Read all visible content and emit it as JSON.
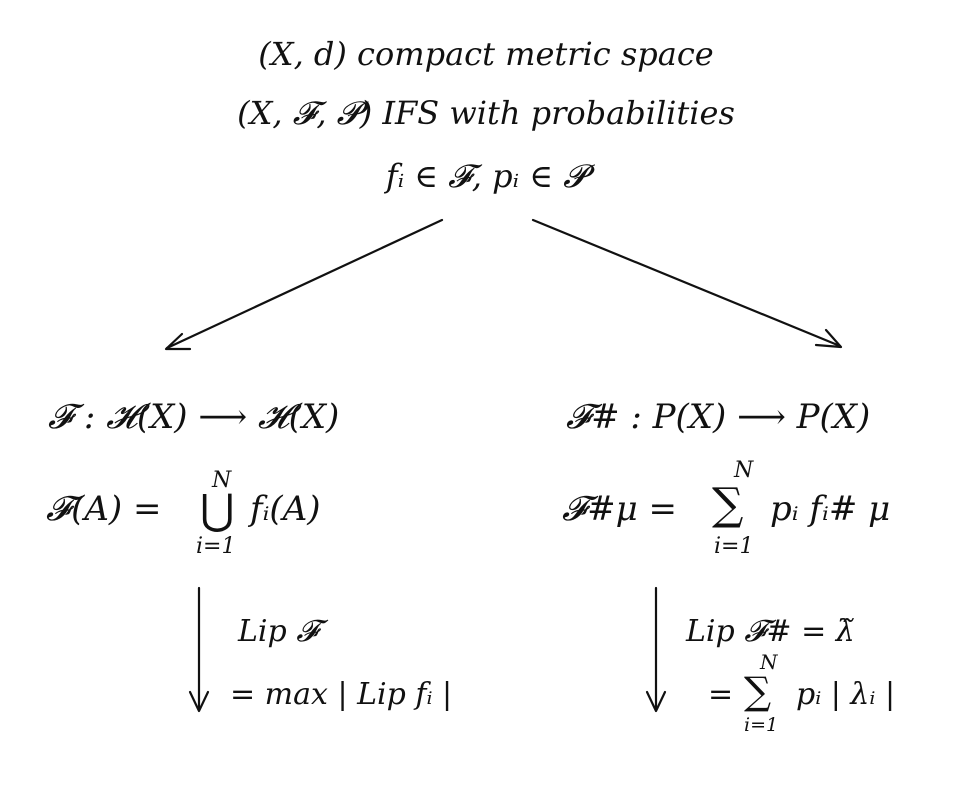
{
  "header": {
    "line1": "(X, d)  compact metric space",
    "line2": "(X, 𝓕, 𝓟)  IFS with probabilities",
    "line3": "fᵢ ∈ 𝓕,    pᵢ ∈ 𝓟"
  },
  "left": {
    "map": "𝓕 :  𝓗(X)  ⟶  𝓗(X)",
    "formula_lhs": "𝓕(A) =",
    "formula_op": "⋃",
    "formula_upper": "N",
    "formula_lower": "i=1",
    "formula_rhs": "fᵢ(A)",
    "lip_label": "Lip 𝓕",
    "lip_value": "= max | Lip fᵢ |"
  },
  "right": {
    "map": "𝓕# :  P(X)  ⟶  P(X)",
    "formula_lhs": "𝓕#μ  =",
    "formula_op": "∑",
    "formula_upper": "N",
    "formula_lower": "i=1",
    "formula_rhs": "pᵢ fᵢ# μ",
    "lip_label": "Lip 𝓕#  =  λ̃",
    "lip_value_prefix": "=",
    "lip_op": "∑",
    "lip_upper": "N",
    "lip_lower": "i=1",
    "lip_value_suffix": "pᵢ | λᵢ |"
  },
  "colors": {
    "ink": "#111111",
    "background": "#ffffff"
  }
}
